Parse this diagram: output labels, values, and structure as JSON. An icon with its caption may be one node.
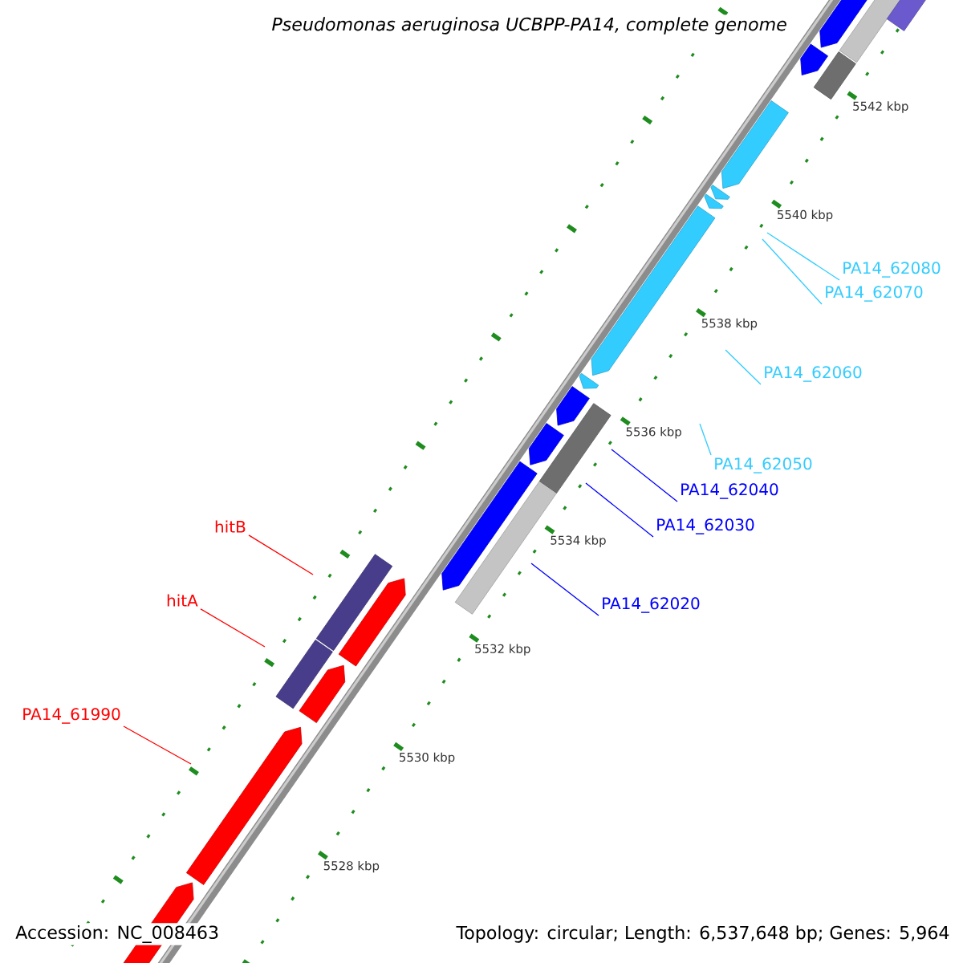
{
  "diagram": {
    "title": "Pseudomonas aeruginosa UCBPP-PA14, complete genome",
    "nodes": [
      {
        "text": [
          "PA14_62080"
        ]
      },
      {
        "text": [
          "PA14_62070"
        ]
      },
      {
        "text": [
          "PA14_62060"
        ]
      },
      {
        "text": [
          "PA14_62050"
        ]
      },
      {
        "text": [
          "PA14_62040"
        ]
      },
      {
        "text": [
          "PA14_62030"
        ]
      },
      {
        "text": [
          "hitB"
        ]
      },
      {
        "text": [
          "PA14_62020"
        ]
      },
      {
        "text": [
          "hitA"
        ]
      },
      {
        "text": [
          "PA14_61990"
        ]
      }
    ],
    "edges": [
      {
        "from": 0,
        "to": null,
        "arrow": "none",
        "color": "#33ccff"
      },
      {
        "from": 1,
        "to": null,
        "arrow": "none",
        "color": "#33ccff"
      },
      {
        "from": 2,
        "to": null,
        "arrow": "none",
        "color": "#33ccff"
      },
      {
        "from": 3,
        "to": null,
        "arrow": "none",
        "color": "#33ccff"
      },
      {
        "from": 4,
        "to": null,
        "arrow": "none",
        "color": "#0000ff"
      },
      {
        "from": 5,
        "to": null,
        "arrow": "none",
        "color": "#0000ff"
      },
      {
        "from": 6,
        "to": null,
        "arrow": "none",
        "color": "#ff0000"
      },
      {
        "from": 7,
        "to": null,
        "arrow": "none",
        "color": "#0000ff"
      },
      {
        "from": 8,
        "to": null,
        "arrow": "none",
        "color": "#ff0000"
      },
      {
        "from": 9,
        "to": null,
        "arrow": "none",
        "color": "#ff0000"
      }
    ],
    "labels": [
      "5542 kbp",
      "5540 kbp",
      "5538 kbp",
      "5536 kbp",
      "5534 kbp",
      "5532 kbp",
      "5530 kbp",
      "5528 kbp",
      "Accession: NC_008463",
      "Topology: circular; Length: 6,537,648 bp; Genes: 5,964"
    ]
  }
}
